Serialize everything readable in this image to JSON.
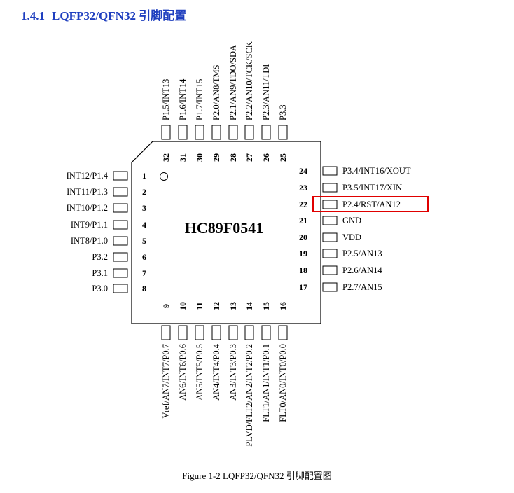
{
  "heading": {
    "number": "1.4.1",
    "title": "LQFP32/QFN32 引脚配置"
  },
  "chip": {
    "name": "HC89F0541"
  },
  "pins": {
    "left": [
      {
        "num": "1",
        "label": "INT12/P1.4"
      },
      {
        "num": "2",
        "label": "INT11/P1.3"
      },
      {
        "num": "3",
        "label": "INT10/P1.2"
      },
      {
        "num": "4",
        "label": "INT9/P1.1"
      },
      {
        "num": "5",
        "label": "INT8/P1.0"
      },
      {
        "num": "6",
        "label": "P3.2"
      },
      {
        "num": "7",
        "label": "P3.1"
      },
      {
        "num": "8",
        "label": "P3.0"
      }
    ],
    "bottom": [
      {
        "num": "9",
        "label": "Vref/AN7/INT7/P0.7"
      },
      {
        "num": "10",
        "label": "AN6/INT6/P0.6"
      },
      {
        "num": "11",
        "label": "AN5/INT5/P0.5"
      },
      {
        "num": "12",
        "label": "AN4/INT4/P0.4"
      },
      {
        "num": "13",
        "label": "AN3/INT3/P0.3"
      },
      {
        "num": "14",
        "label": "PLVD/FLT2/AN2/INT2/P0.2"
      },
      {
        "num": "15",
        "label": "FLT1/AN1/INT1/P0.1"
      },
      {
        "num": "16",
        "label": "FLT0/AN0/INT0/P0.0"
      }
    ],
    "right": [
      {
        "num": "17",
        "label": "P2.7/AN15"
      },
      {
        "num": "18",
        "label": "P2.6/AN14"
      },
      {
        "num": "19",
        "label": "P2.5/AN13"
      },
      {
        "num": "20",
        "label": "VDD"
      },
      {
        "num": "21",
        "label": "GND"
      },
      {
        "num": "22",
        "label": "P2.4/RST/AN12",
        "highlighted": true
      },
      {
        "num": "23",
        "label": "P3.5/INT17/XIN"
      },
      {
        "num": "24",
        "label": "P3.4/INT16/XOUT"
      }
    ],
    "top": [
      {
        "num": "25",
        "label": "P3.3"
      },
      {
        "num": "26",
        "label": "P2.3/AN11/TDI"
      },
      {
        "num": "27",
        "label": "P2.2/AN10/TCK/SCK"
      },
      {
        "num": "28",
        "label": "P2.1/AN9/TDO/SDA"
      },
      {
        "num": "29",
        "label": "P2.0/AN8/TMS"
      },
      {
        "num": "30",
        "label": "P1.7/INT15"
      },
      {
        "num": "31",
        "label": "P1.6/INT14"
      },
      {
        "num": "32",
        "label": "P1.5/INT13"
      }
    ]
  },
  "colors": {
    "heading": "#1f3fbf",
    "highlight": "#e00000",
    "outline": "#000000"
  },
  "caption": "Figure 1-2 LQFP32/QFN32 引脚配置图"
}
